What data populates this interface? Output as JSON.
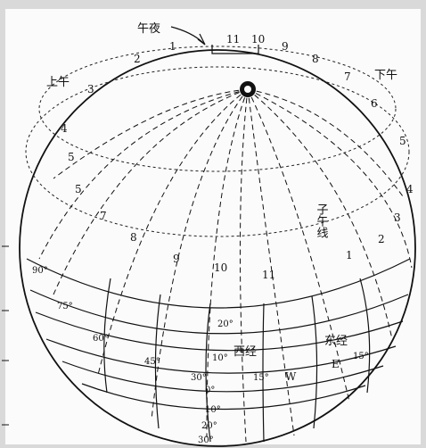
{
  "labels": {
    "noon": "午夜",
    "am": "上午",
    "pm": "下午",
    "central_meridian": "子午线",
    "west_hemi": "西经",
    "east_hemi": "东经",
    "w": "W",
    "e": "E"
  },
  "hour_labels": {
    "h1_top": "1",
    "h2_top": "2",
    "h3_top": "3",
    "h11_top": "11",
    "h10_top": "10",
    "h9_top": "9",
    "h8_top": "8",
    "h7_top": "7",
    "h6_top": "6",
    "h5_right": "5",
    "h4_right": "4",
    "h3_right": "3",
    "h2_right": "2",
    "h1_right": "1",
    "h4_left": "4",
    "h5_left": "5",
    "h5_left2": "5",
    "h7_mid": "7",
    "h8_mid": "8",
    "h9_mid": "9",
    "h10_mid": "10",
    "h11_mid": "11"
  },
  "degree_labels": {
    "d90": "90°",
    "d75": "75°",
    "d60": "60°",
    "d45": "45°",
    "d30": "30°",
    "d15w": "15°",
    "d15e": "15°",
    "d20n": "20°",
    "d10n": "10°",
    "d0": "0°",
    "d10s": "10°",
    "d20s": "20°",
    "d30s": "30°"
  }
}
